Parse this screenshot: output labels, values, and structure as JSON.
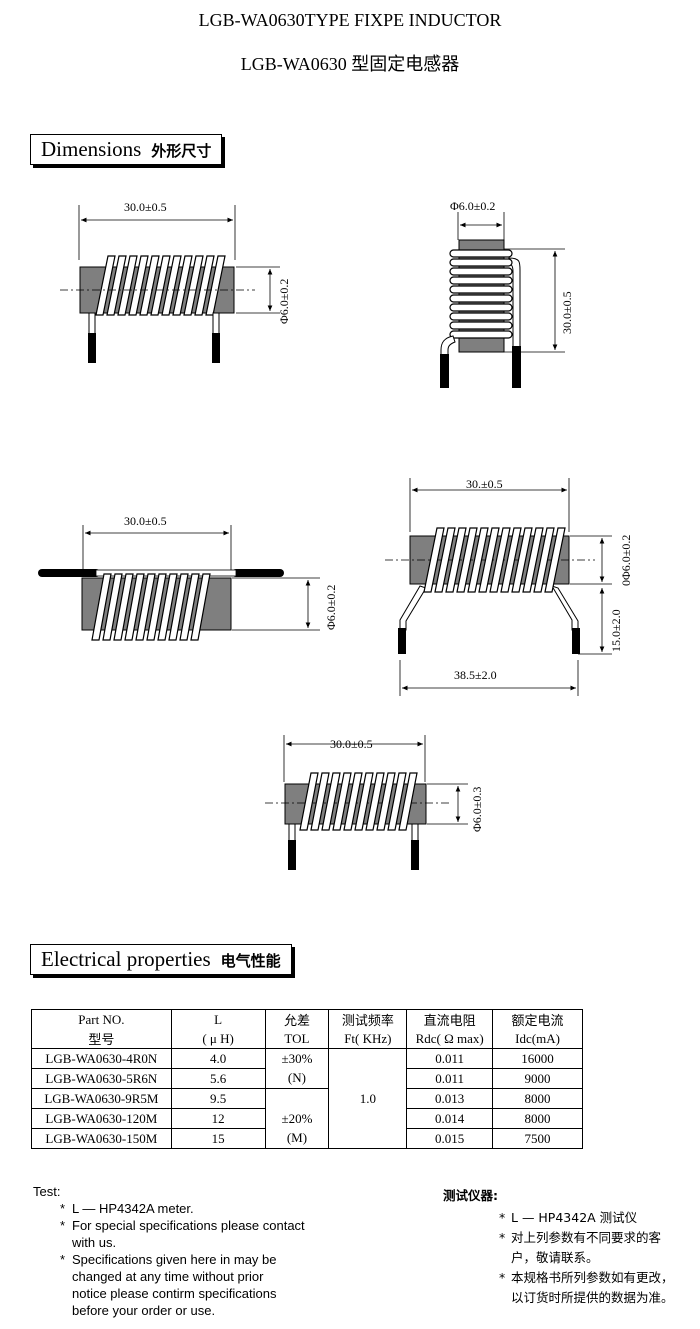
{
  "header": {
    "title_en": "LGB-WA0630TYPE FIXPE INDUCTOR",
    "title_zh": "LGB-WA0630 型固定电感器"
  },
  "dimensions": {
    "heading_en": "Dimensions",
    "heading_zh": "外形尺寸",
    "fig1": {
      "length": "30.0±0.5",
      "dia": "Φ6.0±0.2"
    },
    "fig2": {
      "dia": "Φ6.0±0.2",
      "length": "30.0±0.5"
    },
    "fig3": {
      "length": "30.0±0.5",
      "dia": "Φ6.0±0.2"
    },
    "fig4": {
      "length": "30.±0.5",
      "dia": "0Φ6.0±0.2",
      "height": "15.0±2.0",
      "span": "38.5±2.0"
    },
    "fig5": {
      "length": "30.0±0.5",
      "dia": "Φ6.0±0.3"
    }
  },
  "electrical": {
    "heading_en": "Electrical properties",
    "heading_zh": "电气性能",
    "headers_row1": [
      "Part   NO.",
      "L",
      "允差",
      "测试频率",
      "直流电阻",
      "额定电流"
    ],
    "headers_row2": [
      "型号",
      "( μ H)",
      "TOL",
      "Ft( KHz)",
      "Rdc( Ω max)",
      "Idc(mA)"
    ],
    "rows": [
      {
        "part": "LGB-WA0630-4R0N",
        "l": "4.0",
        "rdc": "0.011",
        "idc": "16000"
      },
      {
        "part": "LGB-WA0630-5R6N",
        "l": "5.6",
        "rdc": "0.011",
        "idc": "9000"
      },
      {
        "part": "LGB-WA0630-9R5M",
        "l": "9.5",
        "rdc": "0.013",
        "idc": "8000"
      },
      {
        "part": "LGB-WA0630-120M",
        "l": "12",
        "rdc": "0.014",
        "idc": "8000"
      },
      {
        "part": "LGB-WA0630-150M",
        "l": "15",
        "rdc": "0.015",
        "idc": "7500"
      }
    ],
    "tol_n": "±30%",
    "tol_n_code": "(N)",
    "tol_m": "±20%",
    "tol_m_code": "(M)",
    "freq": "1.0"
  },
  "test_en": {
    "label": "Test:",
    "items": [
      "L — HP4342A meter.",
      "For special specifications please contact\nwith us.",
      "Specifications given here in may be\nchanged at any time without prior\nnotice please contirm specifications\nbefore your order or use."
    ]
  },
  "test_zh": {
    "label": "测试仪器:",
    "items": [
      "L — HP4342A 测试仪",
      "对上列参数有不同要求的客\n户，敬请联系。",
      "本规格书所列参数如有更改，\n以订货时所提供的数据为准。"
    ]
  }
}
